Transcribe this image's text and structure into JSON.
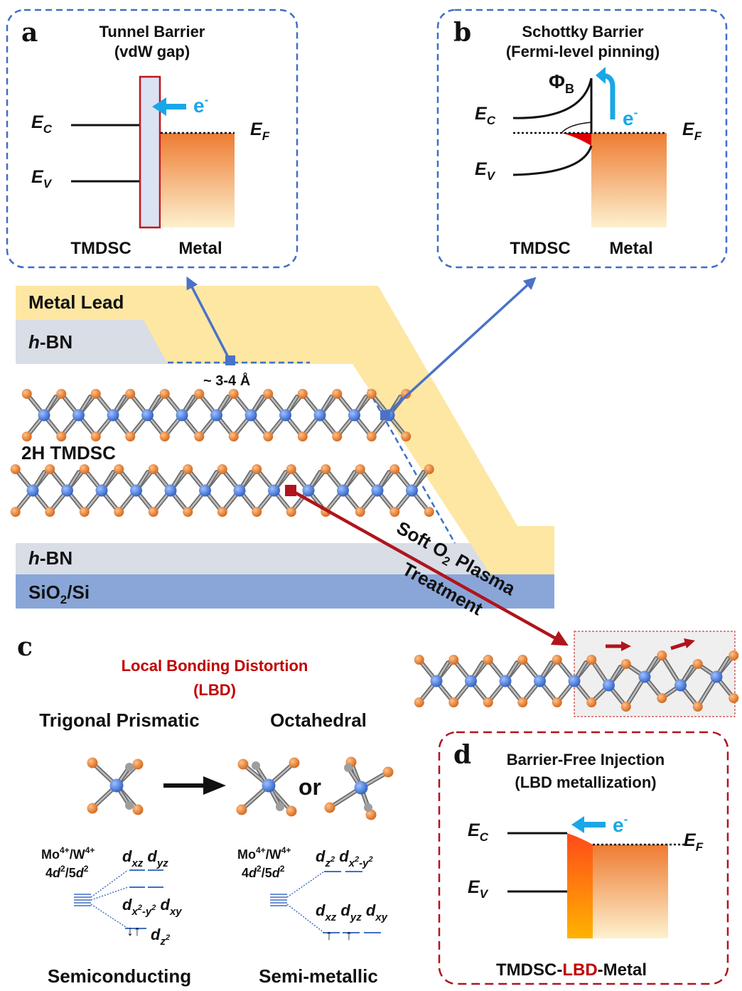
{
  "panels": {
    "a": {
      "letter": "a",
      "title_line1": "Tunnel Barrier",
      "title_line2": "(vdW gap)",
      "ec": "E",
      "ec_sub": "C",
      "ev": "E",
      "ev_sub": "V",
      "ef": "E",
      "ef_sub": "F",
      "electron": "e",
      "electron_sup": "-",
      "left_label": "TMDSC",
      "right_label": "Metal"
    },
    "b": {
      "letter": "b",
      "title_line1": "Schottky Barrier",
      "title_line2": "(Fermi-level pinning)",
      "phi": "Φ",
      "phi_sub": "B",
      "ec": "E",
      "ec_sub": "C",
      "ev": "E",
      "ev_sub": "V",
      "ef": "E",
      "ef_sub": "F",
      "electron": "e",
      "electron_sup": "-",
      "left_label": "TMDSC",
      "right_label": "Metal"
    },
    "c": {
      "letter": "c",
      "title_line1": "Local Bonding Distortion",
      "title_line2": "(LBD)",
      "left_geometry": "Trigonal Prismatic",
      "right_geometry": "Octahedral",
      "or_word": "or",
      "left_ion_line1": "Mo4+/W4+",
      "left_ion_line2": "4d2/5d2",
      "right_ion_line1": "Mo4+/W4+",
      "right_ion_line2": "4d2/5d2",
      "left_top_orbitals": "dxz dyz",
      "left_mid_orbitals": "dx2-y2 dxy",
      "left_bottom_orbital": "dz2",
      "right_top_orbitals": "dz2 dx2-y2",
      "right_bottom_orbitals": "dxz dyz dxy",
      "left_state": "Semiconducting",
      "right_state": "Semi-metallic"
    },
    "d": {
      "letter": "d",
      "title_line1": "Barrier-Free Injection",
      "title_line2": "(LBD metallization)",
      "ec": "E",
      "ec_sub": "C",
      "ev": "E",
      "ev_sub": "V",
      "ef": "E",
      "ef_sub": "F",
      "electron": "e",
      "electron_sup": "-",
      "bottom_label_a": "TMDSC-",
      "bottom_label_b": "LBD",
      "bottom_label_c": "-Metal"
    }
  },
  "device": {
    "metal_lead": "Metal Lead",
    "hbn_top_italic": "h",
    "hbn_top_rest": "-BN",
    "gap_label": "~ 3-4 Å",
    "tmdsc_label": "2H TMDSC",
    "hbn_bottom_italic": "h",
    "hbn_bottom_rest": "-BN",
    "substrate_a": "SiO",
    "substrate_sub": "2",
    "substrate_b": "/Si",
    "treatment_line1_a": "Soft O",
    "treatment_line1_sub": "2",
    "treatment_line1_b": " Plasma",
    "treatment_line2": "Treatment"
  },
  "colors": {
    "metal": "#fde7a3",
    "hbn": "#d8dde6",
    "substrate": "#8aa6d8",
    "panel_border_blue": "#3f6fc4",
    "panel_border_red": "#b0141c",
    "arrow_blue": "#4a72c8",
    "arrow_red": "#b0141c",
    "electron_arrow": "#1aa7e6",
    "metal_atom": "#3b6fd0",
    "chalcogen_atom": "#e07a2c"
  }
}
